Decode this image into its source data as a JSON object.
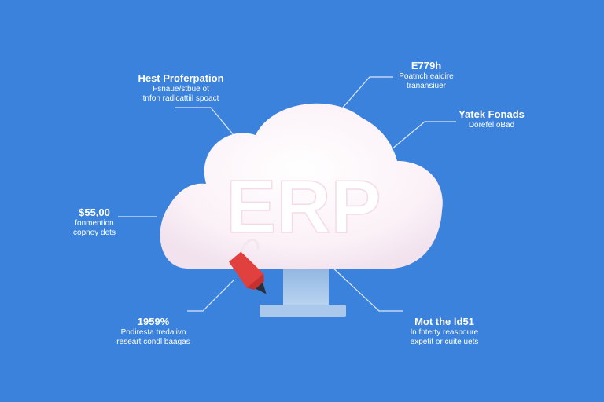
{
  "center": {
    "label": "ERP"
  },
  "colors": {
    "background": "#3a82dc",
    "cloud": "#fbeff6",
    "stand": "#9fc1e6",
    "rocket": "#e0413e",
    "connector": "#dbe9fa"
  },
  "callouts": [
    {
      "id": "top-left",
      "title": "Hest Proferpation",
      "lines": [
        "Fsnaue/stbue ot",
        "tnfon radlcattiil spoact"
      ]
    },
    {
      "id": "top-right",
      "title": "E779h",
      "lines": [
        "Poatnch eaidire",
        "tranansiuer"
      ]
    },
    {
      "id": "mid-right",
      "title": "Yatek Fonads",
      "lines": [
        "Dorefel oBad"
      ]
    },
    {
      "id": "mid-left",
      "title": "$55,00",
      "lines": [
        "fonmention",
        "copnoy dets"
      ]
    },
    {
      "id": "bottom-left",
      "title": "1959%",
      "lines": [
        "Podiresta tredalivn",
        "researt condl baagas"
      ]
    },
    {
      "id": "bottom-right",
      "title": "Mot the ld51",
      "lines": [
        "ln fnterty reaspoure",
        "expetit or cuite uets"
      ]
    }
  ]
}
